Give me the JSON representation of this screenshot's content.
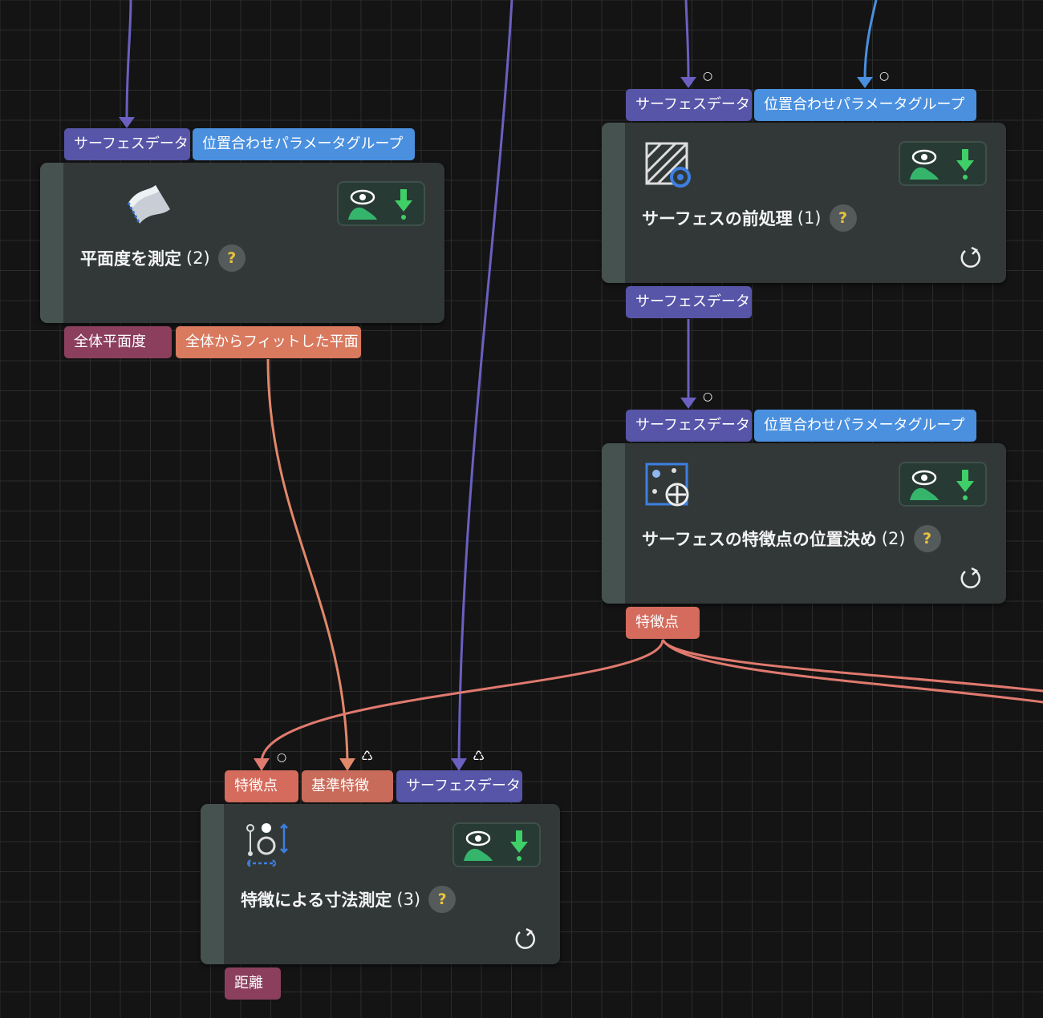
{
  "colors": {
    "surface_port": "#5755a8",
    "param_port": "#4a90df",
    "feature_port": "#d46b5d",
    "wire_surface": "#6a60c0",
    "wire_param": "#4a90df",
    "wire_feature": "#e07a6e",
    "wire_fit": "#e2886a"
  },
  "nodes": {
    "flatness": {
      "title": "平面度を測定",
      "count": "(2)",
      "inputs": [
        "サーフェスデータ",
        "位置合わせパラメータグループ"
      ],
      "outputs": [
        "全体平面度",
        "全体からフィットした平面"
      ],
      "icon": "flatness-icon"
    },
    "preprocess": {
      "title": "サーフェスの前処理",
      "count": "(1)",
      "inputs": [
        "サーフェスデータ",
        "位置合わせパラメータグループ"
      ],
      "outputs": [
        "サーフェスデータ"
      ],
      "icon": "preprocess-icon"
    },
    "feature_pos": {
      "title": "サーフェスの特徴点の位置決め",
      "count": "(2)",
      "inputs": [
        "サーフェスデータ",
        "位置合わせパラメータグループ"
      ],
      "outputs": [
        "特徴点"
      ],
      "icon": "feature-position-icon"
    },
    "dimension": {
      "title": "特徴による寸法測定",
      "count": "(3)",
      "inputs": [
        "特徴点",
        "基準特徴",
        "サーフェスデータ"
      ],
      "outputs": [
        "距離"
      ],
      "icon": "dimension-icon"
    }
  },
  "help_label": "?"
}
